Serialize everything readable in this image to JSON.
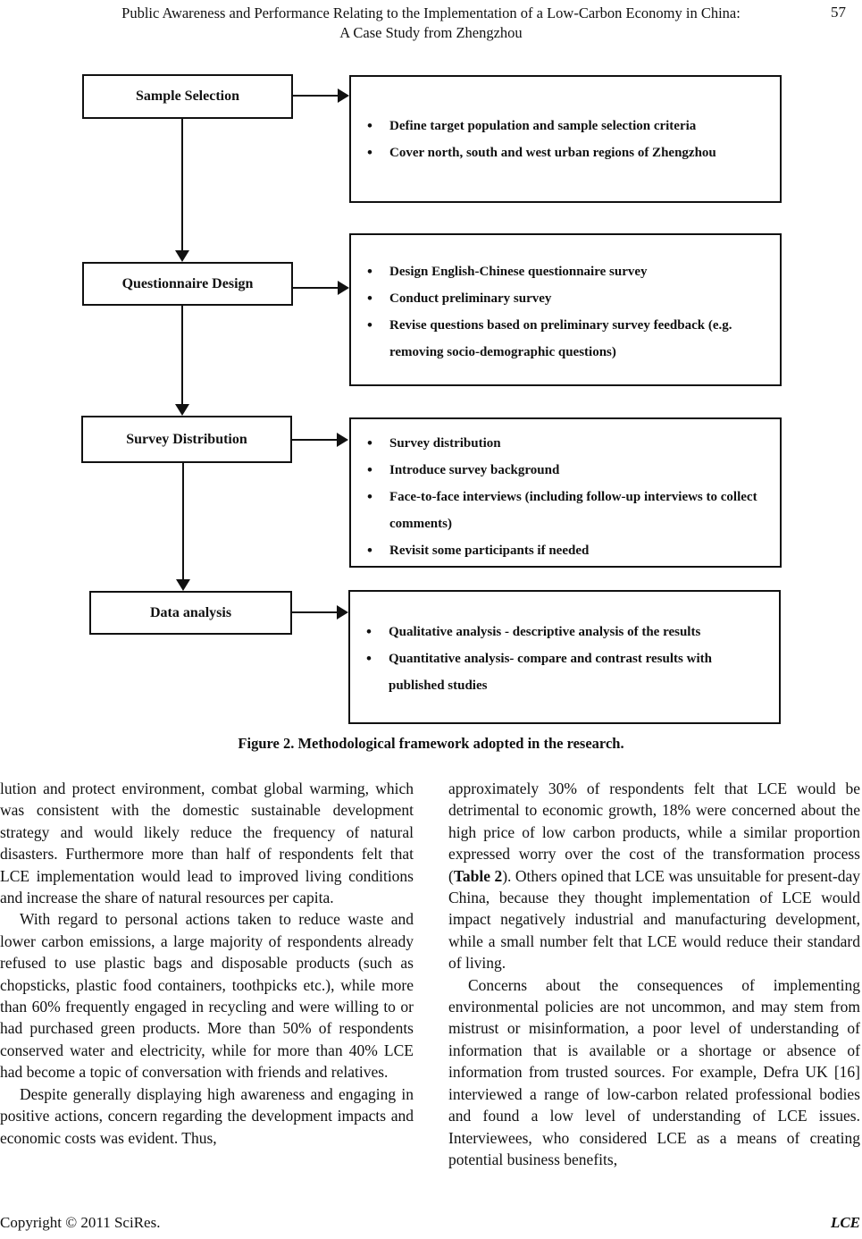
{
  "header": {
    "title_line1": "Public Awareness and Performance Relating to the Implementation of a Low-Carbon Economy in China:",
    "title_line2": "A Case Study from Zhengzhou",
    "page_number": "57"
  },
  "figure": {
    "caption": "Figure 2. Methodological framework adopted in the research.",
    "steps": [
      {
        "label": "Sample Selection",
        "bullets": [
          "Define target population and sample selection criteria",
          "Cover north, south and west urban regions of Zhengzhou"
        ]
      },
      {
        "label": "Questionnaire Design",
        "bullets": [
          "Design English-Chinese questionnaire survey",
          "Conduct preliminary survey",
          "Revise questions based on preliminary survey feedback (e.g. removing socio-demographic questions)"
        ]
      },
      {
        "label": "Survey Distribution",
        "bullets": [
          "Survey distribution",
          "Introduce survey background",
          "Face-to-face interviews (including follow-up  interviews to collect comments)",
          "Revisit some participants if needed"
        ]
      },
      {
        "label": "Data analysis",
        "bullets": [
          "Qualitative analysis - descriptive analysis of the results",
          "Quantitative analysis- compare and contrast results with published studies"
        ]
      }
    ]
  },
  "body": {
    "left_column": {
      "p1": "lution and protect environment, combat global warming, which was consistent with the domestic sustainable development strategy and would likely reduce the frequency of natural disasters. Furthermore more than half of respondents felt that LCE implementation would lead to improved living conditions and increase the share of natural resources per capita.",
      "p2": "With regard to personal actions taken to reduce waste and lower carbon emissions, a large majority of respondents already refused to use plastic bags and disposable products (such as chopsticks, plastic food containers, toothpicks etc.), while more than 60% frequently engaged in recycling and were willing to or had purchased green products. More than 50% of respondents conserved water and electricity, while for more than 40% LCE had become a topic of conversation with friends and relatives.",
      "p3": "Despite generally displaying high awareness and engaging in positive actions, concern regarding the development impacts and economic costs was evident. Thus,"
    },
    "right_column": {
      "p1_before": "approximately 30% of respondents felt that LCE would be detrimental to economic growth, 18% were concerned about the high price of low carbon products, while a similar proportion expressed worry over the cost of the transformation process (",
      "p1_bold": "Table 2",
      "p1_after": "). Others opined that LCE was unsuitable for present-day China, because they thought implementation of LCE would impact negatively industrial and manufacturing development, while a small number felt that LCE would reduce their standard of living.",
      "p2": "Concerns about the consequences of implementing environmental policies are not uncommon, and may stem from mistrust or misinformation, a poor level of understanding of information that is available or a shortage or absence of information from trusted sources. For example, Defra UK [16] interviewed a range of low-carbon related professional bodies and found a low level of understanding of LCE issues. Interviewees, who considered LCE as a means of creating potential business benefits,"
    }
  },
  "footer": {
    "copyright": "Copyright © 2011 SciRes.",
    "journal": "LCE"
  }
}
